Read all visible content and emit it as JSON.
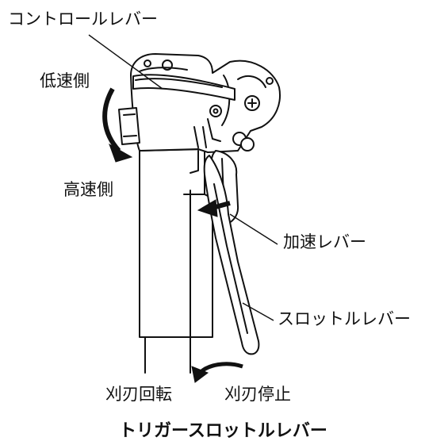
{
  "labels": {
    "control_lever": "コントロールレバー",
    "low_speed_side": "低速側",
    "high_speed_side": "高速側",
    "accel_lever": "加速レバー",
    "throttle_lever": "スロットルレバー",
    "blade_rotation": "刈刃回転",
    "blade_stop": "刈刃停止"
  },
  "title": "トリガースロットルレバー",
  "colors": {
    "ink": "#111111",
    "background": "#ffffff"
  }
}
